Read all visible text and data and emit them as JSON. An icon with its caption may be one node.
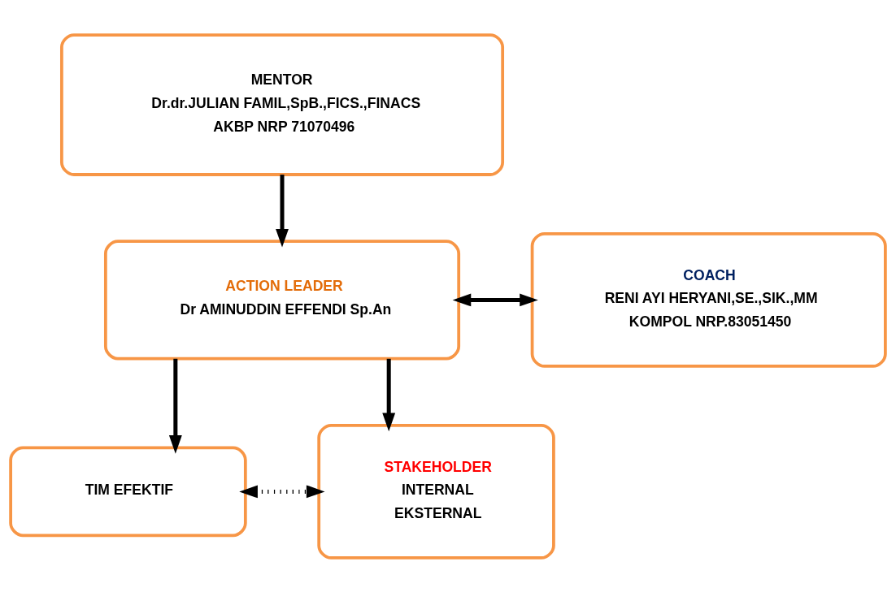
{
  "diagram": {
    "nodes": [
      {
        "text": [
          "MENTOR",
          "Dr.dr.JULIAN FAMIL,SpB.,FICS.,FINACS",
          "AKBP NRP 71070496"
        ]
      },
      {
        "text": [
          "ACTION LEADER",
          "Dr AMINUDDIN EFFENDI Sp.An"
        ]
      },
      {
        "text": [
          "COACH",
          "RENI AYI HERYANI,SE.,SIK.,MM",
          "KOMPOL NRP.83051450"
        ]
      },
      {
        "text": [
          "TIM EFEKTIF"
        ]
      },
      {
        "text": [
          "STAKEHOLDER",
          "INTERNAL",
          "EKSTERNAL"
        ]
      }
    ],
    "edges": [
      {
        "from": 0,
        "to": 1,
        "arrow": "to"
      },
      {
        "from": 1,
        "to": 2,
        "arrow": "both"
      },
      {
        "from": 1,
        "to": 3,
        "arrow": "to"
      },
      {
        "from": 1,
        "to": 4,
        "arrow": "to"
      },
      {
        "from": 3,
        "to": 4,
        "arrow": "both",
        "style": "dashed"
      }
    ]
  }
}
